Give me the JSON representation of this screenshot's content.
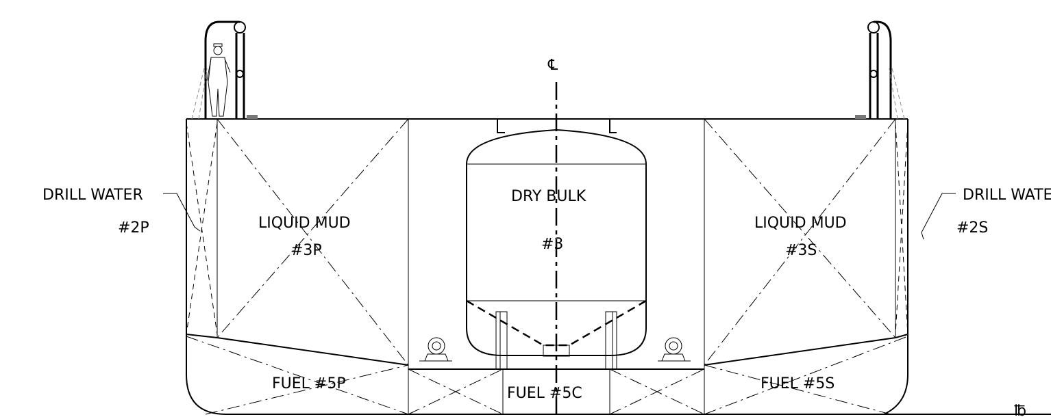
{
  "labels": {
    "centerline": "℄",
    "baseline": "℔",
    "drill_water_port_name": "DRILL  WATER",
    "drill_water_port_num": "#2P",
    "drill_water_stbd_name": "DRILL  WATER",
    "drill_water_stbd_num": "#2S",
    "liquid_mud_port_name": "LIQUID  MUD",
    "liquid_mud_port_num": "#3P",
    "dry_bulk_name": "DRY  BULK",
    "dry_bulk_num": "#3",
    "liquid_mud_stbd_name": "LIQUID  MUD",
    "liquid_mud_stbd_num": "#3S",
    "fuel_port": "FUEL  #5P",
    "fuel_center": "FUEL  #5C",
    "fuel_stbd": "FUEL  #5S"
  }
}
